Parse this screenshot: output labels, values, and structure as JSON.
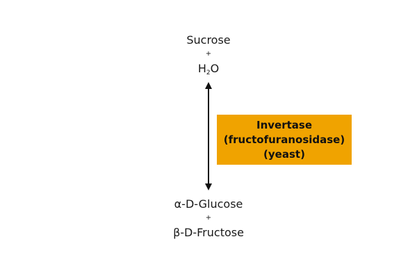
{
  "reaction": {
    "reactants": {
      "substrate": "Sucrose",
      "plus": "+",
      "water_main": "H",
      "water_sub": "2",
      "water_tail": "O"
    },
    "enzyme": {
      "lines": [
        "Invertase",
        "(fructofuranosidase)",
        "(yeast)"
      ],
      "box_color": "#f0a300"
    },
    "arrow": {
      "direction": "bidirectional",
      "color": "#111111"
    },
    "products": {
      "product_1": "α-D-Glucose",
      "plus": "+",
      "product_2": "β-D-Fructose"
    }
  }
}
